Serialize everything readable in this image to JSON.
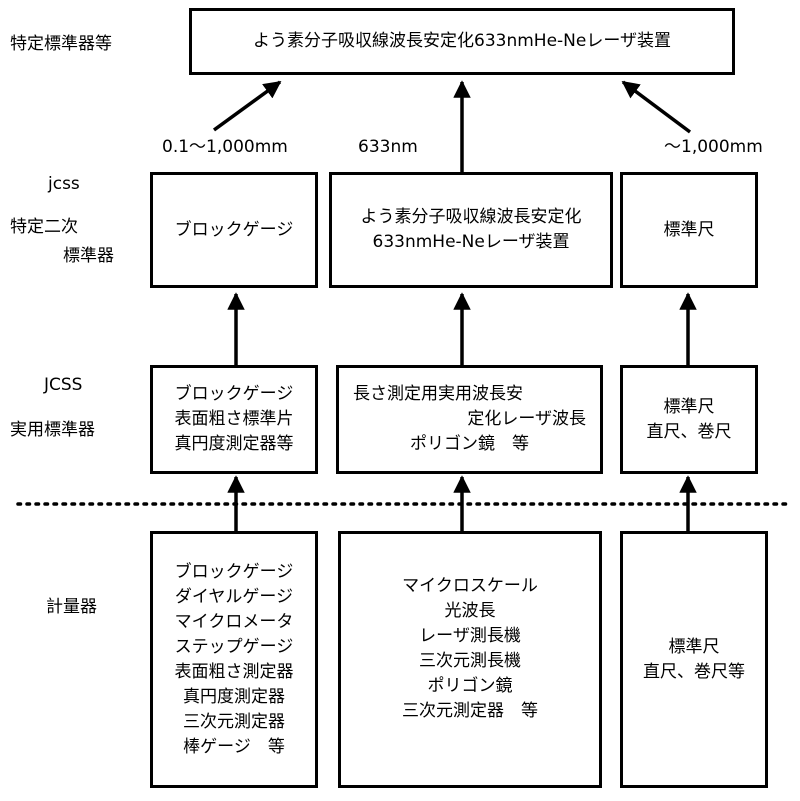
{
  "row_labels": {
    "top": "特定標準器等",
    "jcss_small": "jcss",
    "secondary_line1": "特定二次",
    "secondary_line2": "標準器",
    "jcss_caps": "JCSS",
    "practical": "実用標準器",
    "instruments": "計量器"
  },
  "top_box": "よう素分子吸収線波長安定化633nmHe-Neレーザ装置",
  "range_labels": {
    "left": "0.1～1,000mm",
    "center": "633nm",
    "right": "～1,000mm"
  },
  "secondary": {
    "left": [
      "ブロックゲージ"
    ],
    "center": [
      "よう素分子吸収線波長安定化",
      "633nmHe-Neレーザ装置"
    ],
    "right": [
      "標準尺"
    ]
  },
  "practical_boxes": {
    "left": [
      "ブロックゲージ",
      "表面粗さ標準片",
      "真円度測定器等"
    ],
    "center": [
      "長さ測定用実用波長安",
      "定化レーザ波長",
      "ポリゴン鏡　等"
    ],
    "right": [
      "標準尺",
      "直尺、巻尺"
    ]
  },
  "instrument_boxes": {
    "left": [
      "ブロックゲージ",
      "ダイヤルゲージ",
      "マイクロメータ",
      "ステップゲージ",
      "表面粗さ測定器",
      "真円度測定器",
      "三次元測定器",
      "棒ゲージ　等"
    ],
    "center": [
      "マイクロスケール",
      "光波長",
      "レーザ測長機",
      "三次元測長機",
      "ポリゴン鏡",
      "三次元測定器　等"
    ],
    "right": [
      "標準尺",
      "直尺、巻尺等"
    ]
  }
}
